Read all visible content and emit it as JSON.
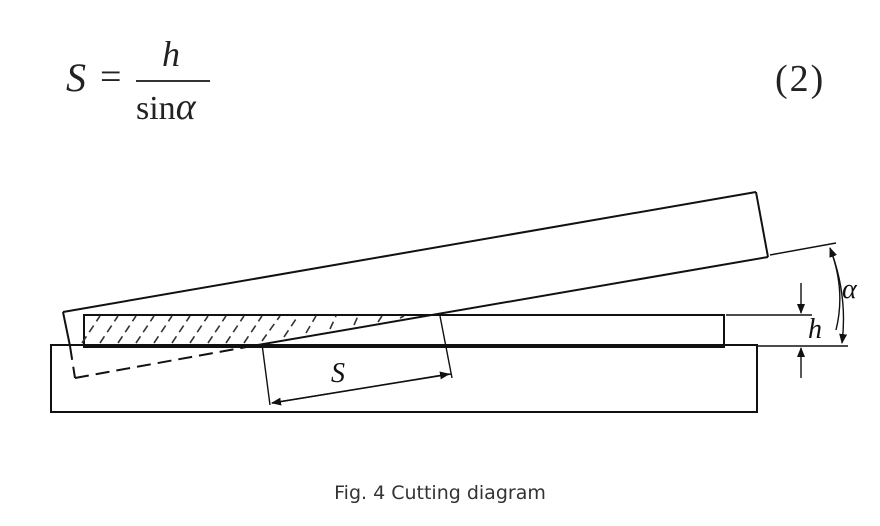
{
  "formula": {
    "lhs": "S",
    "equals": "=",
    "numerator": "h",
    "denominator_text": "sin",
    "denominator_symbol": "α",
    "equation_number": "(2)"
  },
  "diagram": {
    "labels": {
      "s": "S",
      "h": "h",
      "alpha": "α"
    },
    "colors": {
      "line": "#111111",
      "hatch": "#333333"
    }
  },
  "caption": "Fig. 4 Cutting diagram"
}
